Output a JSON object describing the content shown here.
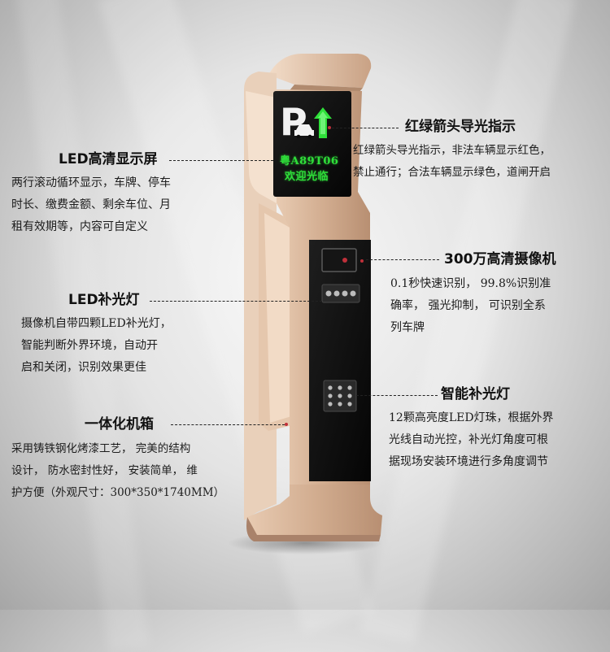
{
  "colors": {
    "device_body": "#cfa98c",
    "screen": "#0b0b0b",
    "led_text": "#2fe03a",
    "accent_dot": "#c0303a"
  },
  "icons": {
    "parking_sign": "parking-p-car-icon",
    "guide_arrow": "green-up-arrow-icon"
  },
  "screen": {
    "plate": "粤A89T06",
    "welcome": "欢迎光临"
  },
  "callouts": {
    "led_display": {
      "title": "LED高清显示屏",
      "lines": [
        "两行滚动循环显示，车牌、停车",
        "时长、缴费金额、剩余车位、月",
        "租有效期等，内容可自定义"
      ]
    },
    "arrow_guide": {
      "title": "红绿箭头导光指示",
      "lines": [
        "红绿箭头导光指示，非法车辆显示红色，",
        "禁止通行；合法车辆显示绿色，道闸开启"
      ]
    },
    "camera": {
      "title": "300万高清摄像机",
      "lines": [
        "0.1秒快速识别，  99.8%识别准",
        "确率，  强光抑制，  可识别全系",
        "列车牌"
      ]
    },
    "led_fill_light": {
      "title": "LED补光灯",
      "lines": [
        "摄像机自带四颗LED补光灯，",
        "智能判断外界环境，自动开",
        "启和关闭，识别效果更佳"
      ]
    },
    "smart_fill_light": {
      "title": "智能补光灯",
      "lines": [
        "12颗高亮度LED灯珠，根据外界",
        "光线自动光控，补光灯角度可根",
        "据现场安装环境进行多角度调节"
      ]
    },
    "enclosure": {
      "title": "一体化机箱",
      "lines": [
        "采用铸铁钢化烤漆工艺，  完美的结构",
        "设计，  防水密封性好，  安装简单，  维",
        "护方便（外观尺寸：300*350*1740MM）"
      ]
    }
  }
}
